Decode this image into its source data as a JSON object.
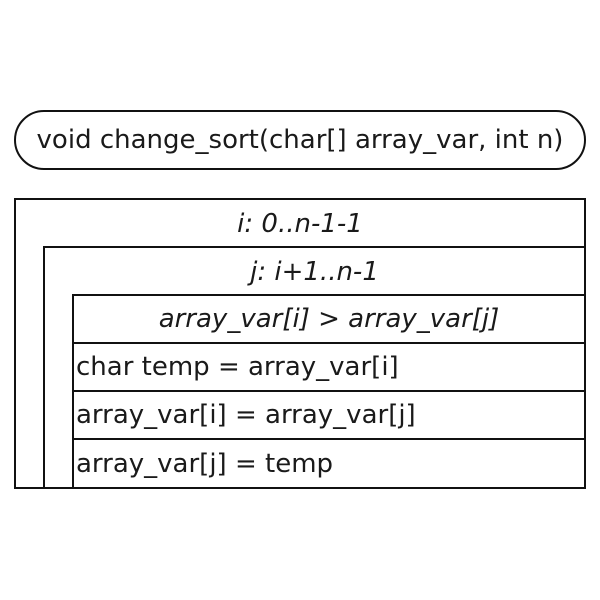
{
  "function_header": "void change_sort(char[] array_var, int n)",
  "outer_loop": {
    "label": "i: 0..n-1-1",
    "inner_loop": {
      "label": "j: i+1..n-1",
      "condition": "array_var[i] > array_var[j]",
      "statements": [
        "char temp = array_var[i]",
        "array_var[i] = array_var[j]",
        "array_var[j] = temp"
      ]
    }
  }
}
